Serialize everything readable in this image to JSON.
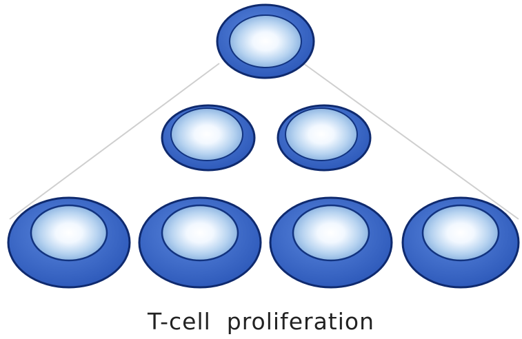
{
  "caption": "T-cell  proliferation",
  "generations": [
    {
      "level": 1,
      "cell_count": 1
    },
    {
      "level": 2,
      "cell_count": 2
    },
    {
      "level": 3,
      "cell_count": 4
    }
  ],
  "colors": {
    "cell_body": "#3d6bc9",
    "cell_outline": "#0f2a6e",
    "nucleus_outer": "#9fc4ea",
    "nucleus_core": "#ffffff",
    "guide_lines": "#cfcfcf"
  }
}
